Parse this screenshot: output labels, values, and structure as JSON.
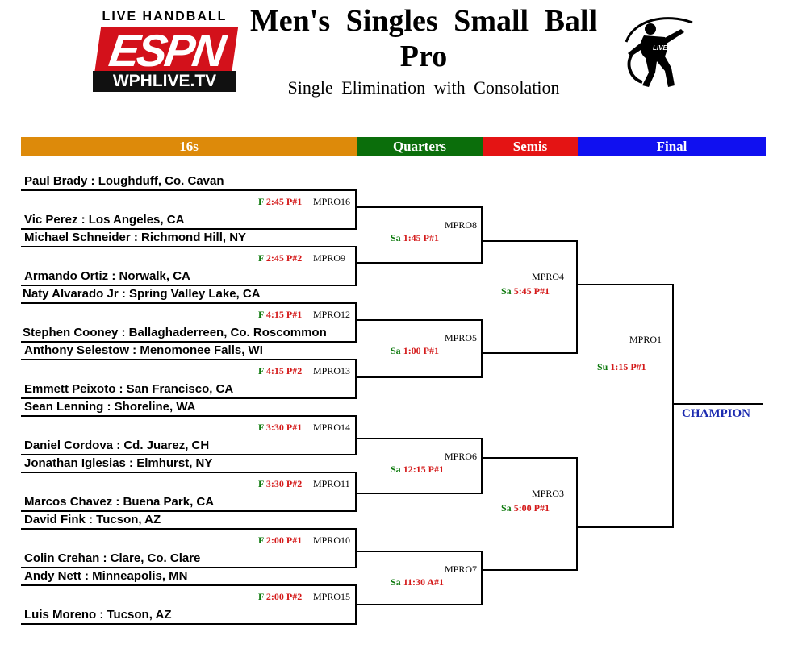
{
  "header": {
    "logo_top": "LIVE HANDBALL",
    "logo_mark": "ESPN",
    "logo_bar": "WPHLIVE.TV",
    "title": "Men's Singles Small Ball Pro",
    "subtitle": "Single Elimination with Consolation",
    "player_logo_text": "LIVE"
  },
  "rounds": [
    "16s",
    "Quarters",
    "Semis",
    "Final"
  ],
  "colors": {
    "round_16s": "#dd8a0a",
    "round_quarters": "#0b6e0b",
    "round_semis": "#e41414",
    "round_final": "#1010f0",
    "day_green": "#0f7a0f",
    "time_red": "#d41a1a",
    "champion_blue": "#1c2bb0"
  },
  "players": [
    "Paul Brady : Loughduff, Co. Cavan",
    "Vic Perez : Los Angeles, CA",
    "Michael Schneider : Richmond Hill, NY",
    "Armando Ortiz : Norwalk, CA",
    "Naty Alvarado Jr : Spring Valley Lake, CA",
    "Stephen Cooney : Ballaghaderreen, Co. Roscommon",
    "Anthony Selestow : Menomonee Falls, WI",
    "Emmett Peixoto : San Francisco, CA",
    "Sean Lenning : Shoreline, WA",
    "Daniel Cordova : Cd. Juarez, CH",
    "Jonathan Iglesias : Elmhurst, NY",
    "Marcos Chavez : Buena Park, CA",
    "David Fink : Tucson, AZ",
    "Colin Crehan : Clare, Co. Clare",
    "Andy Nett : Minneapolis, MN",
    "Luis Moreno : Tucson, AZ"
  ],
  "r16": [
    {
      "code": "MPRO16",
      "day": "F",
      "time": "2:45 P#1"
    },
    {
      "code": "MPRO9",
      "day": "F",
      "time": "2:45 P#2"
    },
    {
      "code": "MPRO12",
      "day": "F",
      "time": "4:15 P#1"
    },
    {
      "code": "MPRO13",
      "day": "F",
      "time": "4:15 P#2"
    },
    {
      "code": "MPRO14",
      "day": "F",
      "time": "3:30 P#1"
    },
    {
      "code": "MPRO11",
      "day": "F",
      "time": "3:30 P#2"
    },
    {
      "code": "MPRO10",
      "day": "F",
      "time": "2:00 P#1"
    },
    {
      "code": "MPRO15",
      "day": "F",
      "time": "2:00 P#2"
    }
  ],
  "quarters": [
    {
      "code": "MPRO8",
      "day": "Sa",
      "time": "1:45 P#1"
    },
    {
      "code": "MPRO5",
      "day": "Sa",
      "time": "1:00 P#1"
    },
    {
      "code": "MPRO6",
      "day": "Sa",
      "time": "12:15 P#1"
    },
    {
      "code": "MPRO7",
      "day": "Sa",
      "time": "11:30 A#1"
    }
  ],
  "semis": [
    {
      "code": "MPRO4",
      "day": "Sa",
      "time": "5:45 P#1"
    },
    {
      "code": "MPRO3",
      "day": "Sa",
      "time": "5:00 P#1"
    }
  ],
  "final": {
    "code": "MPRO1",
    "day": "Su",
    "time": "1:15 P#1"
  },
  "champion_label": "CHAMPION"
}
